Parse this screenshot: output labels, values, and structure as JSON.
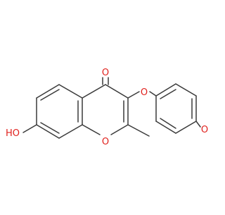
{
  "atom_labels": {
    "carbonyl_oxygen": "O",
    "ring_oxygen": "O",
    "ether_oxygen": "O",
    "methoxy_oxygen": "O",
    "hydroxyl": "HO"
  },
  "colors": {
    "bond": "#3a3a3a",
    "oxygen": "#e0211d",
    "background": "#ffffff"
  }
}
